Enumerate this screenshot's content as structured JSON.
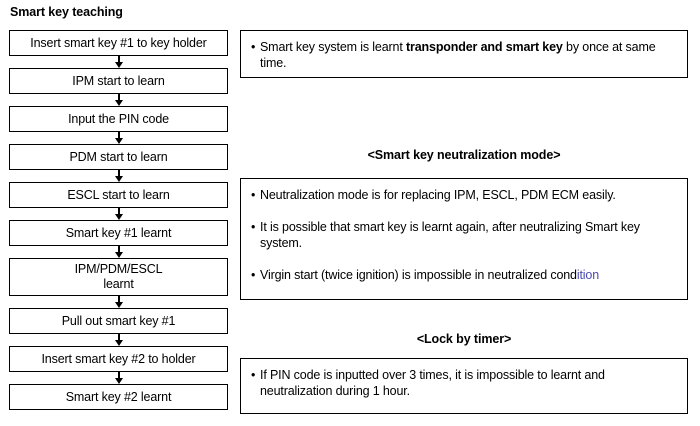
{
  "page": {
    "title": "Smart key teaching"
  },
  "flow": {
    "nodes": [
      {
        "label": "Insert smart key #1 to key holder",
        "lines": 1
      },
      {
        "label": "IPM start to learn",
        "lines": 1
      },
      {
        "label": "Input the PIN code",
        "lines": 1
      },
      {
        "label": "PDM start to learn",
        "lines": 1
      },
      {
        "label": "ESCL start to learn",
        "lines": 1
      },
      {
        "label": "Smart key #1 learnt",
        "lines": 1
      },
      {
        "label": "IPM/PDM/ESCL\nlearnt",
        "lines": 2
      },
      {
        "label": "Pull out smart key #1",
        "lines": 1
      },
      {
        "label": "Insert smart key #2 to holder",
        "lines": 1
      },
      {
        "label": "Smart key #2 learnt",
        "lines": 1
      }
    ],
    "arrow_glyph": "down-arrow"
  },
  "notes": {
    "top_panel": {
      "bullet_glyph": "•",
      "bullet_1_part_1": "Smart key system is learnt ",
      "bullet_1_bold": "transponder and smart key",
      "bullet_1_part_2": " by once at same  time."
    },
    "neutralization": {
      "heading": "<Smart key neutralization mode>",
      "bullet_glyph": "•",
      "bullet_1": "Neutralization mode is for replacing IPM, ESCL, PDM ECM easily.",
      "bullet_2": "It is possible that smart key is learnt again, after neutralizing Smart key system.",
      "bullet_3_part_1": "Virgin start (twice ignition) is impossible in neutralized cond",
      "bullet_3_tinted": "ition"
    },
    "lock_by_timer": {
      "heading": "<Lock by timer>",
      "bullet_glyph": "•",
      "bullet_1": "If PIN code is inputted over 3 times, it is impossible to learnt and neutralization during 1 hour."
    }
  },
  "colors": {
    "border": "#000000",
    "text": "#000000",
    "background": "#ffffff",
    "tinted_text": "#4a4ab0"
  }
}
